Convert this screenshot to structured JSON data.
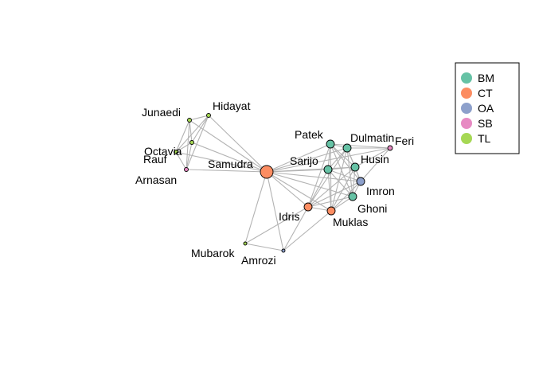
{
  "legend": {
    "items": [
      {
        "code": "BM",
        "color": "#66c2a5"
      },
      {
        "code": "CT",
        "color": "#fc8d62"
      },
      {
        "code": "OA",
        "color": "#8da0cb"
      },
      {
        "code": "SB",
        "color": "#e78ac3"
      },
      {
        "code": "TL",
        "color": "#a6d854"
      }
    ]
  },
  "nodes": [
    {
      "id": "Samudra",
      "label": "Samudra",
      "group": "CT"
    },
    {
      "id": "Patek",
      "label": "Patek",
      "group": "BM"
    },
    {
      "id": "Dulmatin",
      "label": "Dulmatin",
      "group": "BM"
    },
    {
      "id": "Feri",
      "label": "Feri",
      "group": "SB"
    },
    {
      "id": "Sarijo",
      "label": "Sarijo",
      "group": "BM"
    },
    {
      "id": "Husin",
      "label": "Husin",
      "group": "BM"
    },
    {
      "id": "Imron",
      "label": "Imron",
      "group": "OA"
    },
    {
      "id": "Ghoni",
      "label": "Ghoni",
      "group": "BM"
    },
    {
      "id": "Idris",
      "label": "Idris",
      "group": "CT"
    },
    {
      "id": "Muklas",
      "label": "Muklas",
      "group": "CT"
    },
    {
      "id": "Mubarok",
      "label": "Mubarok",
      "group": "TL"
    },
    {
      "id": "Amrozi",
      "label": "Amrozi",
      "group": "OA"
    },
    {
      "id": "Junaedi",
      "label": "Junaedi",
      "group": "TL"
    },
    {
      "id": "Hidayat",
      "label": "Hidayat",
      "group": "TL"
    },
    {
      "id": "Octavia",
      "label": "Octavia",
      "group": "TL"
    },
    {
      "id": "Rauf",
      "label": "Rauf",
      "group": "TL"
    },
    {
      "id": "Arnasan",
      "label": "Arnasan",
      "group": "SB"
    }
  ],
  "edges": [
    [
      "Samudra",
      "Patek"
    ],
    [
      "Samudra",
      "Dulmatin"
    ],
    [
      "Samudra",
      "Sarijo"
    ],
    [
      "Samudra",
      "Husin"
    ],
    [
      "Samudra",
      "Imron"
    ],
    [
      "Samudra",
      "Ghoni"
    ],
    [
      "Samudra",
      "Idris"
    ],
    [
      "Samudra",
      "Muklas"
    ],
    [
      "Samudra",
      "Mubarok"
    ],
    [
      "Samudra",
      "Amrozi"
    ],
    [
      "Samudra",
      "Junaedi"
    ],
    [
      "Samudra",
      "Hidayat"
    ],
    [
      "Samudra",
      "Octavia"
    ],
    [
      "Samudra",
      "Rauf"
    ],
    [
      "Samudra",
      "Arnasan"
    ],
    [
      "Samudra",
      "Feri"
    ],
    [
      "Patek",
      "Dulmatin"
    ],
    [
      "Patek",
      "Sarijo"
    ],
    [
      "Patek",
      "Husin"
    ],
    [
      "Patek",
      "Imron"
    ],
    [
      "Patek",
      "Ghoni"
    ],
    [
      "Patek",
      "Idris"
    ],
    [
      "Patek",
      "Muklas"
    ],
    [
      "Patek",
      "Feri"
    ],
    [
      "Dulmatin",
      "Sarijo"
    ],
    [
      "Dulmatin",
      "Husin"
    ],
    [
      "Dulmatin",
      "Imron"
    ],
    [
      "Dulmatin",
      "Ghoni"
    ],
    [
      "Dulmatin",
      "Idris"
    ],
    [
      "Dulmatin",
      "Muklas"
    ],
    [
      "Dulmatin",
      "Feri"
    ],
    [
      "Sarijo",
      "Husin"
    ],
    [
      "Sarijo",
      "Imron"
    ],
    [
      "Sarijo",
      "Ghoni"
    ],
    [
      "Sarijo",
      "Idris"
    ],
    [
      "Sarijo",
      "Muklas"
    ],
    [
      "Husin",
      "Imron"
    ],
    [
      "Husin",
      "Ghoni"
    ],
    [
      "Husin",
      "Idris"
    ],
    [
      "Husin",
      "Muklas"
    ],
    [
      "Husin",
      "Feri"
    ],
    [
      "Imron",
      "Ghoni"
    ],
    [
      "Imron",
      "Idris"
    ],
    [
      "Imron",
      "Muklas"
    ],
    [
      "Imron",
      "Feri"
    ],
    [
      "Ghoni",
      "Idris"
    ],
    [
      "Ghoni",
      "Muklas"
    ],
    [
      "Idris",
      "Muklas"
    ],
    [
      "Idris",
      "Mubarok"
    ],
    [
      "Idris",
      "Amrozi"
    ],
    [
      "Muklas",
      "Amrozi"
    ],
    [
      "Mubarok",
      "Amrozi"
    ],
    [
      "Junaedi",
      "Hidayat"
    ],
    [
      "Junaedi",
      "Octavia"
    ],
    [
      "Junaedi",
      "Rauf"
    ],
    [
      "Junaedi",
      "Arnasan"
    ],
    [
      "Hidayat",
      "Octavia"
    ],
    [
      "Hidayat",
      "Rauf"
    ],
    [
      "Hidayat",
      "Arnasan"
    ],
    [
      "Octavia",
      "Rauf"
    ],
    [
      "Octavia",
      "Arnasan"
    ],
    [
      "Rauf",
      "Arnasan"
    ]
  ]
}
